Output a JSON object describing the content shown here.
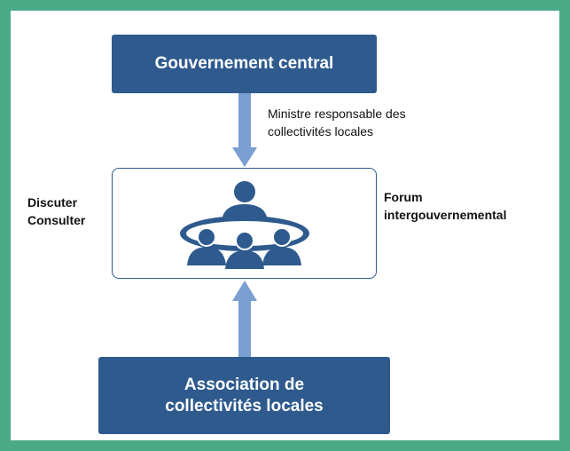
{
  "diagram": {
    "top_box": "Gouvernement central",
    "top_arrow_label": [
      "Ministre responsable des",
      "collectivités locales"
    ],
    "left_label": [
      "Discuter",
      "Consulter"
    ],
    "right_label": [
      "Forum",
      "intergouvernemental"
    ],
    "bottom_box": [
      "Association de",
      "collectivités locales"
    ]
  },
  "colors": {
    "frame": "#4aa986",
    "box": "#2e5a8e",
    "arrow": "#7a9fd1"
  },
  "icons": [
    "meeting-group-icon",
    "arrow-down-icon",
    "arrow-up-icon"
  ]
}
